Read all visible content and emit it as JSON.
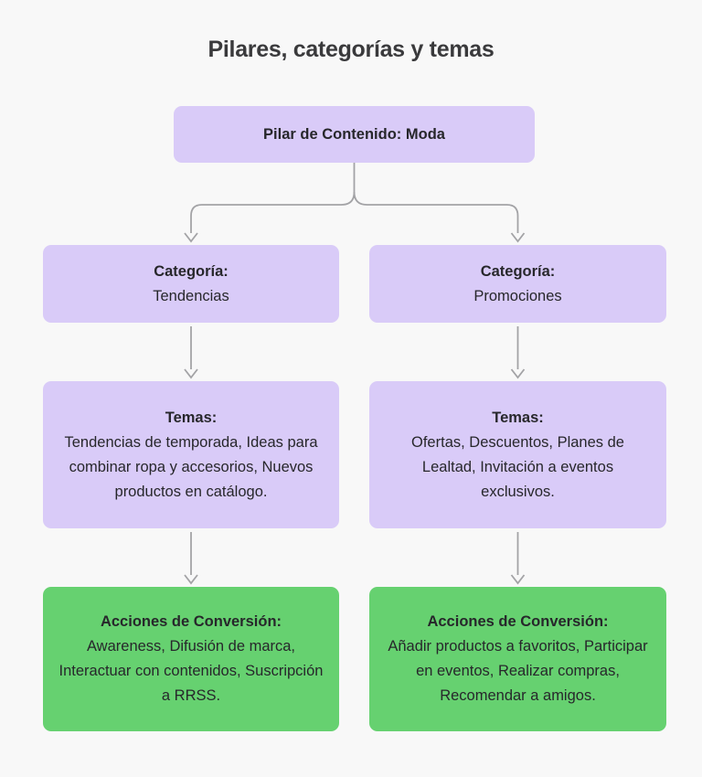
{
  "colors": {
    "background": "#f8f8f8",
    "purple": "#d9cbf8",
    "green": "#66d170",
    "line": "#a3a3a6",
    "title_text": "#3a3a3c",
    "box_text": "#27272b"
  },
  "diagram": {
    "title": "Pilares, categorías y temas",
    "root": {
      "label": "Pilar de Contenido: Moda"
    },
    "columns": [
      {
        "category": {
          "heading": "Categoría:",
          "body": "Tendencias"
        },
        "temas": {
          "heading": "Temas:",
          "body": "Tendencias de temporada, Ideas para combinar ropa y accesorios, Nuevos productos en catálogo."
        },
        "acciones": {
          "heading": "Acciones de Conversión:",
          "body": "Awareness, Difusión de marca, Interactuar con contenidos, Suscripción a RRSS."
        }
      },
      {
        "category": {
          "heading": "Categoría:",
          "body": "Promociones"
        },
        "temas": {
          "heading": "Temas:",
          "body": "Ofertas, Descuentos, Planes de Lealtad, Invitación a eventos exclusivos."
        },
        "acciones": {
          "heading": "Acciones de Conversión:",
          "body": "Añadir productos a favoritos, Participar en eventos, Realizar compras, Recomendar a amigos."
        }
      }
    ]
  }
}
